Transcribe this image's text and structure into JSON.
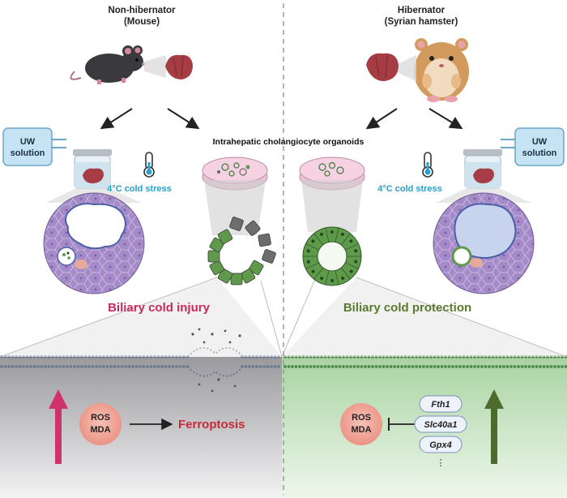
{
  "left": {
    "title_line1": "Non-hibernator",
    "title_line2": "(Mouse)",
    "bag_label_line1": "UW",
    "bag_label_line2": "solution",
    "cold_stress": "4°C cold stress",
    "outcome": "Biliary cold injury",
    "ros": "ROS",
    "mda": "MDA",
    "result": "Ferroptosis",
    "arrow_color": "#d0326a",
    "outcome_color": "#c62a5c"
  },
  "right": {
    "title_line1": "Hibernator",
    "title_line2": "(Syrian hamster)",
    "bag_label_line1": "UW",
    "bag_label_line2": "solution",
    "cold_stress": "4°C cold stress",
    "outcome": "Biliary cold protection",
    "ros": "ROS",
    "mda": "MDA",
    "genes": [
      "Fth1",
      "Slc40a1",
      "Gpx4"
    ],
    "ellipsis": "⋮",
    "arrow_color": "#4d6b2e",
    "outcome_color": "#5a7a2e"
  },
  "center_label": "Intrahepatic cholangiocyte organoids",
  "colors": {
    "cold_text": "#2a9fc9",
    "liver": "#a63d44",
    "tissue": "#9b7fc0",
    "organoid_green": "#5e9a4a",
    "left_band": "#d8d8da",
    "right_band": "#d9ecd8",
    "ros_fill": "#f2b1a6"
  }
}
